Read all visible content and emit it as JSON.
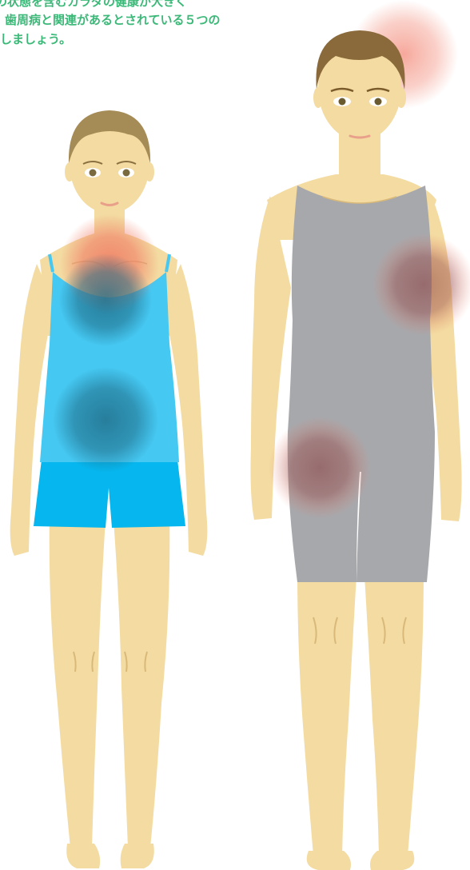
{
  "caption": {
    "line1": "の状態を含むカラダの健康が大きく",
    "line2": "歯周病と関連があるとされている５つの",
    "line3": "しましょう。"
  },
  "colors": {
    "caption": "#3cb878",
    "skin": "#f3dba1",
    "skin_shade": "#e6c98a",
    "hair_female": "#a58b55",
    "hair_male": "#8a6a3a",
    "female_top": "#45c8f2",
    "female_shorts": "#06b6ee",
    "male_suit": "#a7a8ac",
    "highlight_red": "#f07a63",
    "highlight_dark": "#1f6b86",
    "highlight_maroon": "#8a3a3a"
  },
  "figures": [
    {
      "name": "female",
      "outfit": "camisole-and-shorts",
      "highlights": [
        "chest",
        "heart",
        "abdomen"
      ]
    },
    {
      "name": "male",
      "outfit": "gray-unitard",
      "highlights": [
        "head",
        "arm",
        "hip"
      ]
    }
  ]
}
